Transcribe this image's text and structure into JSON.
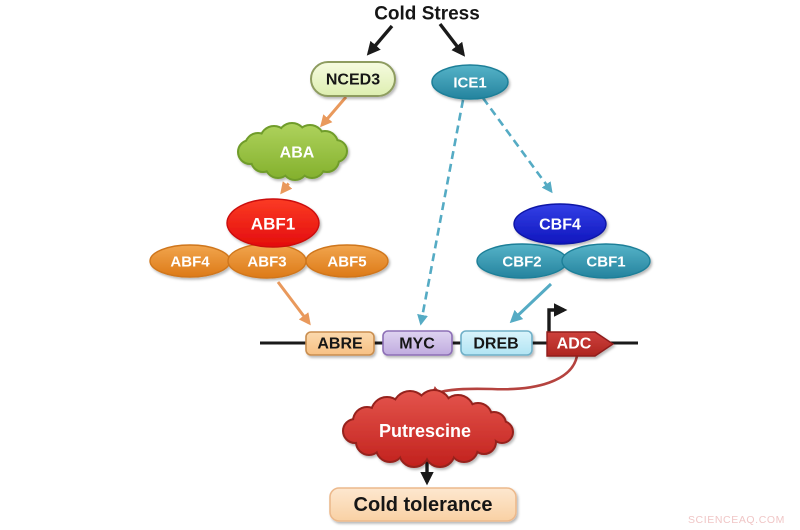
{
  "diagram": {
    "nodes": {
      "cold_stress": "Cold Stress",
      "nced3": "NCED3",
      "ice1": "ICE1",
      "aba": "ABA",
      "abf1": "ABF1",
      "abf4": "ABF4",
      "abf3": "ABF3",
      "abf5": "ABF5",
      "cbf4": "CBF4",
      "cbf2": "CBF2",
      "cbf1": "CBF1",
      "abre": "ABRE",
      "myc": "MYC",
      "dreb": "DREB",
      "adc": "ADC",
      "putrescine": "Putrescine",
      "cold_tolerance": "Cold tolerance"
    },
    "edges": [
      {
        "from": "Cold Stress",
        "to": "NCED3",
        "style": "solid",
        "color": "black"
      },
      {
        "from": "Cold Stress",
        "to": "ICE1",
        "style": "solid",
        "color": "black"
      },
      {
        "from": "NCED3",
        "to": "ABA",
        "style": "solid",
        "color": "orange"
      },
      {
        "from": "ABA",
        "to": "ABF1",
        "style": "dashed",
        "color": "orange"
      },
      {
        "from": "ABF3",
        "to": "ABRE",
        "style": "solid",
        "color": "orange"
      },
      {
        "from": "ICE1",
        "to": "MYC",
        "style": "dashed",
        "color": "teal"
      },
      {
        "from": "ICE1",
        "to": "CBF4",
        "style": "dashed",
        "color": "teal"
      },
      {
        "from": "CBF2/CBF1",
        "to": "DREB",
        "style": "solid",
        "color": "teal"
      },
      {
        "from": "ADC",
        "to": "transcription-start",
        "style": "bent-arrow",
        "color": "black"
      },
      {
        "from": "ADC",
        "to": "Putrescine",
        "style": "curved",
        "color": "dark-red"
      },
      {
        "from": "Putrescine",
        "to": "Cold tolerance",
        "style": "solid",
        "color": "black"
      }
    ],
    "colors": {
      "teal_node": "#2f96ad",
      "blue_node": "#1b24cf",
      "red_node": "#ee1a1a",
      "orange_node": "#e78a2e",
      "green_cloud": "#94c13e",
      "nced3_fill": "#ebf6c9",
      "abre_fill": "#f9c98f",
      "myc_fill": "#cdbae8",
      "dreb_fill": "#c5ebf7",
      "adc_fill": "#c23431",
      "putrescine_fill": "#cc3431",
      "tolerance_fill": "#fbdcba",
      "arrow_orange": "#e9995c",
      "arrow_teal": "#55abc4",
      "arrow_dark_red": "#b5433f",
      "arrow_black": "#1a1a1a"
    },
    "watermark": "SCIENCEAQ.COM"
  }
}
